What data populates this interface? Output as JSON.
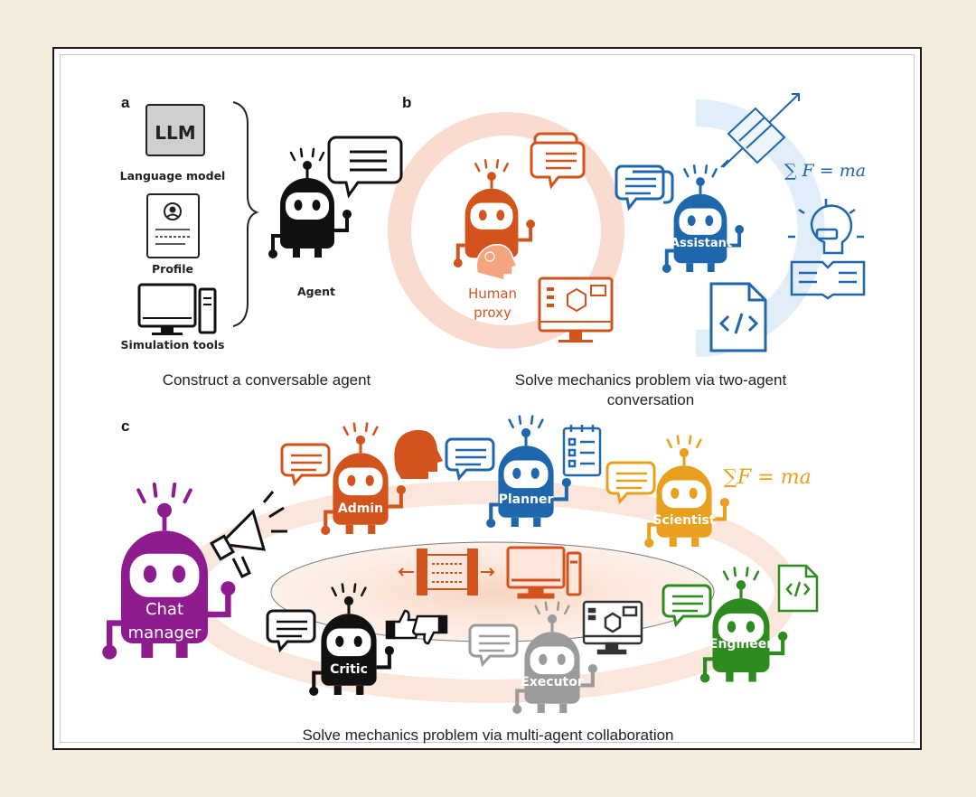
{
  "panels": {
    "a": {
      "letter": "a",
      "llm_box": "LLM",
      "components": [
        "Language model",
        "Profile",
        "Simulation tools"
      ],
      "agent_label": "Agent",
      "caption": "Construct a conversable agent"
    },
    "b": {
      "letter": "b",
      "human_proxy": [
        "Human",
        "proxy"
      ],
      "assistant": "Assistant",
      "equation": "∑ F = ma",
      "caption": [
        "Solve mechanics problem via two-agent",
        "conversation"
      ]
    },
    "c": {
      "letter": "c",
      "agents": {
        "chat_manager": [
          "Chat",
          "manager"
        ],
        "admin": "Admin",
        "planner": "Planner",
        "scientist": "Scientist",
        "critic": "Critic",
        "executor": "Executor",
        "engineer": "Engineer"
      },
      "equation": "∑F = ma",
      "caption": "Solve mechanics problem via multi-agent collaboration"
    }
  },
  "colors": {
    "black": "#111111",
    "orange": "#d2541c",
    "blue": "#1f67ad",
    "yellow": "#e9a01f",
    "purple": "#8e1c8f",
    "gray": "#9b9b9b",
    "green": "#2e8b1f"
  }
}
